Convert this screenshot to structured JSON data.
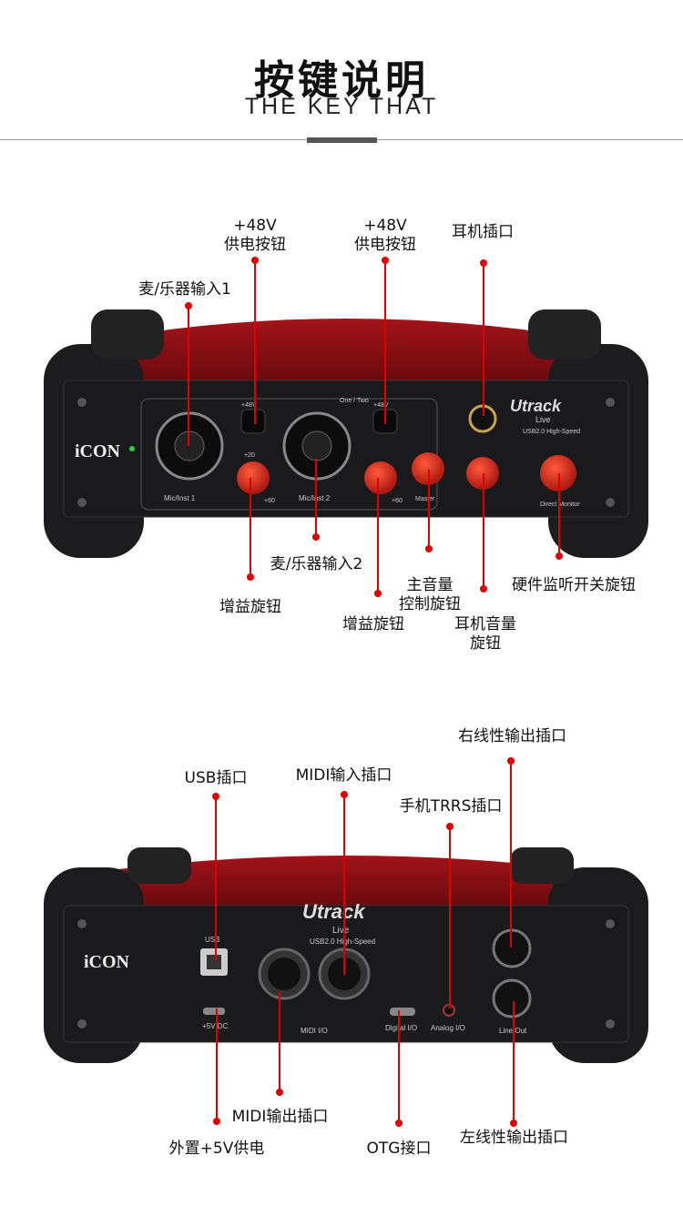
{
  "header": {
    "title": "按键说明",
    "subtitle": "THE KEY THAT"
  },
  "front_panel": {
    "brand": "iCON",
    "model": "Utrack",
    "model_line": "Live",
    "model_sub": "USB2.0 High-Speed",
    "input1_label": "Mic/Inst 1",
    "input2_label": "Mic/Inst 2",
    "one_two": "One / Two",
    "phantom": "+48V",
    "master": "Master",
    "direct_monitor": "Direct Monitor",
    "gain_scale_top": "+20",
    "gain_scale_right": "+60",
    "callouts": {
      "phantom1": [
        "+48V",
        "供电按钮"
      ],
      "phantom2": [
        "+48V",
        "供电按钮"
      ],
      "headphone_jack": [
        "耳机插口"
      ],
      "input1": [
        "麦/乐器输入1"
      ],
      "input2": [
        "麦/乐器输入2"
      ],
      "gain1": [
        "增益旋钮"
      ],
      "gain2": [
        "增益旋钮"
      ],
      "master": [
        "主音量",
        "控制旋钮"
      ],
      "headphone_vol": [
        "耳机音量",
        "旋钮"
      ],
      "direct_monitor": [
        "硬件监听开关旋钮"
      ]
    }
  },
  "back_panel": {
    "brand": "iCON",
    "model": "Utrack",
    "model_line": "Live",
    "model_sub": "USB2.0 High-Speed",
    "usb": "USB",
    "dc": "+5V DC",
    "midi_io": "MIDI I/O",
    "digital_io": "Digital I/O",
    "analog_io": "Analog I/O",
    "line_out": "Line Out",
    "callouts": {
      "usb": [
        "USB插口"
      ],
      "midi_in": [
        "MIDI输入插口"
      ],
      "trrs": [
        "手机TRRS插口"
      ],
      "right_out": [
        "右线性输出插口"
      ],
      "midi_out": [
        "MIDI输出插口"
      ],
      "dc_power": [
        "外置+5V供电"
      ],
      "otg": [
        "OTG接口"
      ],
      "left_out": [
        "左线性输出插口"
      ]
    }
  },
  "colors": {
    "accent_line": "#e00000",
    "chassis_red": "#8a0d12",
    "panel_black": "#1a1a1c",
    "knob_red": "#d8221a"
  }
}
